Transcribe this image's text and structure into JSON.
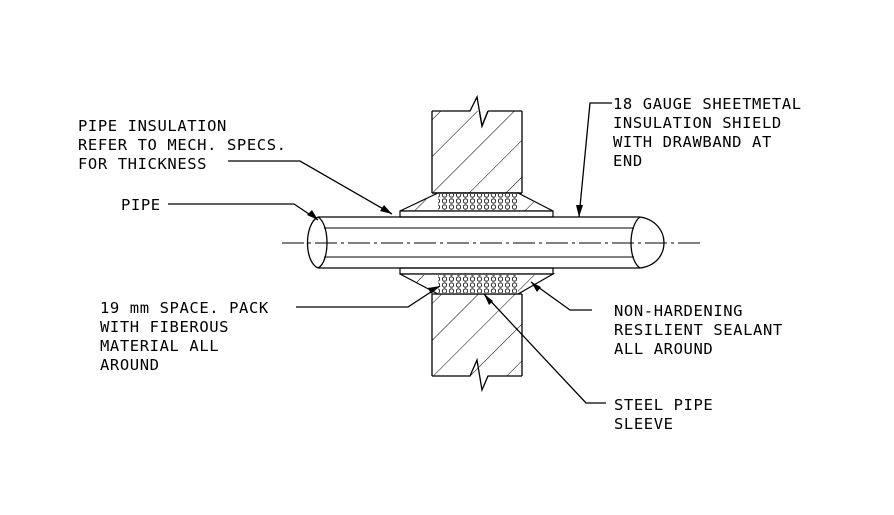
{
  "labels": {
    "pipe_insulation": [
      "PIPE INSULATION",
      "REFER TO MECH. SPECS.",
      "FOR THICKNESS"
    ],
    "pipe": [
      "PIPE"
    ],
    "shield": [
      "18 GAUGE SHEETMETAL",
      "INSULATION SHIELD",
      "WITH DRAWBAND AT",
      "END"
    ],
    "space_pack": [
      "19 mm SPACE. PACK",
      "WITH FIBEROUS",
      "MATERIAL ALL",
      "AROUND"
    ],
    "sealant": [
      "NON-HARDENING",
      "RESILIENT SEALANT",
      "ALL AROUND"
    ],
    "sleeve": [
      "STEEL PIPE",
      "SLEEVE"
    ]
  }
}
